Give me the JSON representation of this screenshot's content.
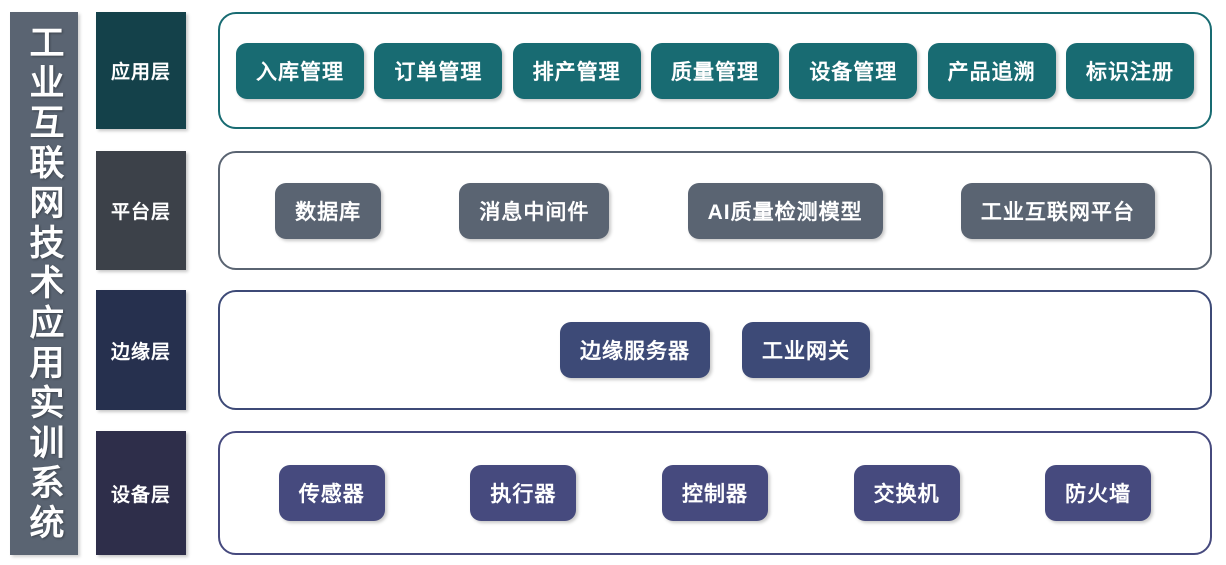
{
  "title": {
    "text": "工业互联网技术应用实训系统",
    "background": "#5a6472",
    "color": "#ffffff"
  },
  "layers": [
    {
      "name": "应用层",
      "label_color": "#14414a",
      "chip_color": "#186b72",
      "border_color": "#186b72",
      "align": "justify-between",
      "nodes": [
        "入库管理",
        "订单管理",
        "排产管理",
        "质量管理",
        "设备管理",
        "产品追溯",
        "标识注册"
      ]
    },
    {
      "name": "平台层",
      "label_color": "#3c4149",
      "chip_color": "#5a6472",
      "border_color": "#5a6472",
      "align": "justify-around",
      "nodes": [
        "数据库",
        "消息中间件",
        "AI质量检测模型",
        "工业互联网平台"
      ]
    },
    {
      "name": "边缘层",
      "label_color": "#26304e",
      "chip_color": "#3d4a77",
      "border_color": "#3d4a77",
      "align": "justify-center",
      "nodes": [
        "边缘服务器",
        "工业网关"
      ]
    },
    {
      "name": "设备层",
      "label_color": "#2e2e4a",
      "chip_color": "#464a7e",
      "border_color": "#464a7e",
      "align": "justify-around",
      "nodes": [
        "传感器",
        "执行器",
        "控制器",
        "交换机",
        "防火墙"
      ]
    }
  ]
}
